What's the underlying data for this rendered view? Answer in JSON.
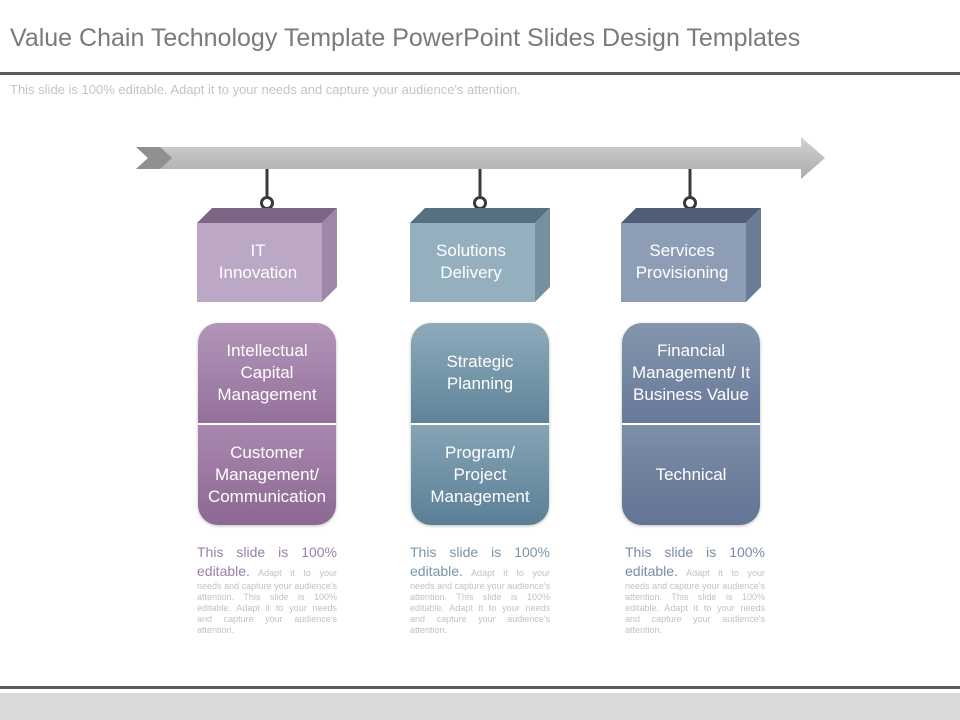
{
  "title": "Value Chain Technology Template PowerPoint Slides Design Templates",
  "subtitle": "This slide is 100% editable. Adapt it to your needs and capture your audience's attention.",
  "colors": {
    "arrow": "#bdbdbd",
    "rule": "#5a5a5a",
    "purple": "#a98eb3",
    "teal": "#7e9cad",
    "slate": "#7587a4"
  },
  "columns": [
    {
      "header": [
        "IT",
        "Innovation"
      ],
      "top": [
        "Intellectual",
        "Capital",
        "Management"
      ],
      "bottom": [
        "Customer",
        "Management/",
        "Communication"
      ],
      "desc_lead": "This slide is 100% editable.",
      "desc_body": "Adapt it to your needs and capture your audience's attention. This slide is 100% editable. Adapt it to your needs and capture your audience's attention."
    },
    {
      "header": [
        "Solutions",
        "Delivery"
      ],
      "top": [
        "Strategic",
        "Planning"
      ],
      "bottom": [
        "Program/",
        "Project",
        "Management"
      ],
      "desc_lead": "This slide is 100% editable.",
      "desc_body": "Adapt it to your needs and capture your audience's attention. This slide is 100% editable. Adapt it to your needs and capture your audience's attention."
    },
    {
      "header": [
        "Services",
        "Provisioning"
      ],
      "top": [
        "Financial",
        "Management/ It",
        "Business Value"
      ],
      "bottom": [
        "Technical"
      ],
      "desc_lead": "This slide is 100% editable.",
      "desc_body": "Adapt it to your needs and capture your audience's attention. This slide is 100% editable. Adapt it to your needs and capture your audience's attention."
    }
  ]
}
